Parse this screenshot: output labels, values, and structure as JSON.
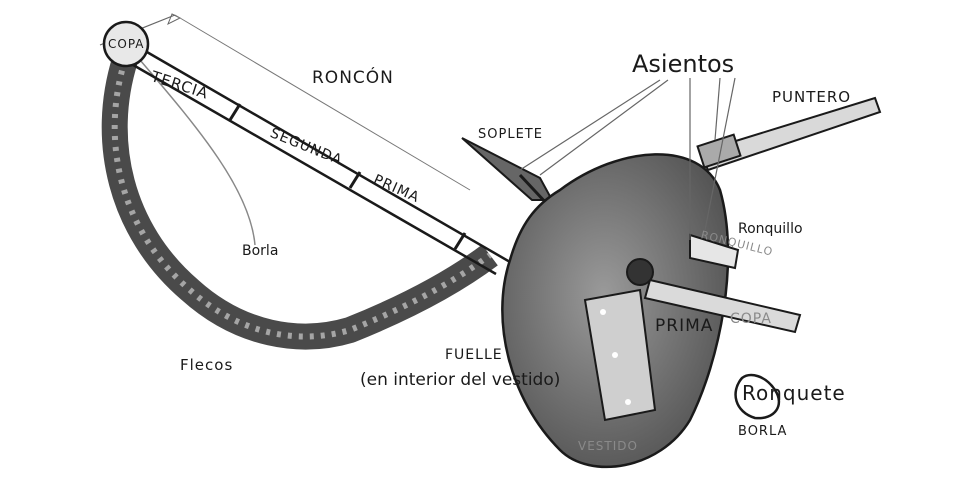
{
  "labels": {
    "copa_top": "COPA",
    "tercia": "TERCIA",
    "roncon": "RONCÓN",
    "segunda": "SEGUNDA",
    "prima_drone": "PRIMA",
    "borla_left": "Borla",
    "flecos": "Flecos",
    "asientos": "Asientos",
    "soplete": "SOPLETE",
    "puntero": "PUNTERO",
    "ronquillo": "Ronquillo",
    "ronquillo_faint": "RONQUILLO",
    "prima_right": "PRIMA",
    "copa_right": "COPA",
    "fuelle": "FUELLE",
    "fuelle_note": "(en interior del vestido)",
    "vestido": "VESTIDO",
    "ronquete": "Ronquete",
    "borla_right": "BORLA"
  },
  "colors": {
    "ink": "#1a1a1a",
    "pencil": "#555555",
    "bag_fill": "#7a7a7a",
    "paper": "#ffffff"
  }
}
